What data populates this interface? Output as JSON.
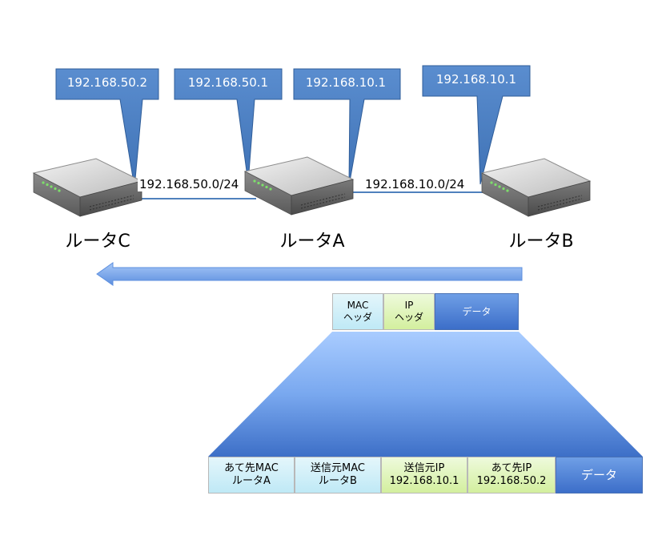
{
  "callouts": [
    "192.168.50.2",
    "192.168.50.1",
    "192.168.10.1",
    "192.168.10.1"
  ],
  "networks": [
    "192.168.50.0/24",
    "192.168.10.0/24"
  ],
  "routers": [
    "ルータC",
    "ルータA",
    "ルータB"
  ],
  "small_frame": {
    "mac": [
      "MAC",
      "ヘッダ"
    ],
    "ip": [
      "IP",
      "ヘッダ"
    ],
    "data": "データ"
  },
  "large_frame": {
    "dst_mac": [
      "あて先MAC",
      "ルータA"
    ],
    "src_mac": [
      "送信元MAC",
      "ルータB"
    ],
    "src_ip": [
      "送信元IP",
      "192.168.10.1"
    ],
    "dst_ip": [
      "あて先IP",
      "192.168.50.2"
    ],
    "data": "データ"
  },
  "colors": {
    "callout": "#4a7fc1",
    "link": "#4f81bd",
    "arrow": "#6f9fe6",
    "mac_header": "#bfe9f6",
    "ip_header": "#d3ef9e",
    "data": "#3c6ec9"
  }
}
